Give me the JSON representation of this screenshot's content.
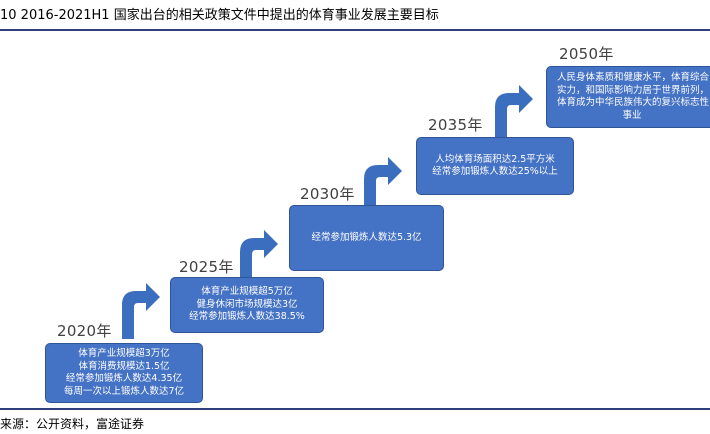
{
  "header": {
    "title": "10 2016-2021H1 国家出台的相关政策文件中提出的体育事业发展主要目标"
  },
  "footer": {
    "source": "来源：公开资料，富途证券"
  },
  "stages": [
    {
      "year": "2020年",
      "lines": [
        "体育产业规模超3万亿",
        "体育消费规模达1.5亿",
        "经常参加锻炼人数达4.35亿",
        "每周一次以上锻炼人数达7亿"
      ]
    },
    {
      "year": "2025年",
      "lines": [
        "体育产业规模超5万亿",
        "健身休闲市场规模达3亿",
        "经常参加锻炼人数达38.5%"
      ]
    },
    {
      "year": "2030年",
      "lines": [
        "经常参加锻炼人数达5.3亿"
      ]
    },
    {
      "year": "2035年",
      "lines": [
        "人均体育场面积达2.5平方米",
        "经常参加锻炼人数达25%以上"
      ]
    },
    {
      "year": "2050年",
      "lines": [
        "人民身体素质和健康水平，体育综合",
        "实力，和国际影响力居于世界前列，",
        "体育成为中华民族伟大的复兴标志性",
        "事业"
      ]
    }
  ],
  "colors": {
    "box_fill": "#4472c4",
    "arrow": "#3c6ec0",
    "rule": "#2e3f7c"
  }
}
